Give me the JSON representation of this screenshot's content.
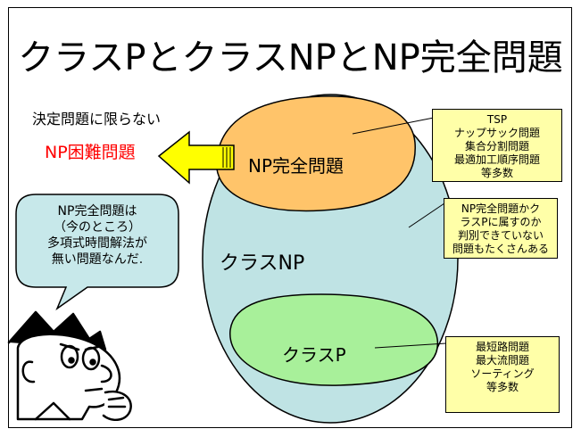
{
  "title": "クラスPとクラスNPとNP完全問題",
  "left_caption": {
    "line1": "決定問題に限らない",
    "line2": "NP困難問題"
  },
  "regions": {
    "np_complete": "NP完全問題",
    "class_np": "クラスNP",
    "class_p": "クラスP"
  },
  "notes": {
    "np_complete_examples": [
      "TSP",
      "ナップサック問題",
      "集合分割問題",
      "最適加工順序問題",
      "等多数"
    ],
    "np_unknown": [
      "NP完全問題かク",
      "ラスPに属すのか",
      "判別できていない",
      "問題もたくさんある"
    ],
    "p_examples": [
      "最短路問題",
      "最大流問題",
      "ソーティング",
      "等多数"
    ]
  },
  "speech_bubble": [
    "NP完全問題は",
    "（今のところ）",
    "多項式時間解法が",
    "無い問題なんだ."
  ],
  "colors": {
    "np_ellipse": "#bfe3e4",
    "np_complete_blob": "#ffc46a",
    "p_blob": "#a8f09a",
    "note_fill": "#ffffa8",
    "arrow_fill": "#ffff00",
    "hard_text": "#ff0000",
    "bubble_fill": "#c7e8ea"
  }
}
